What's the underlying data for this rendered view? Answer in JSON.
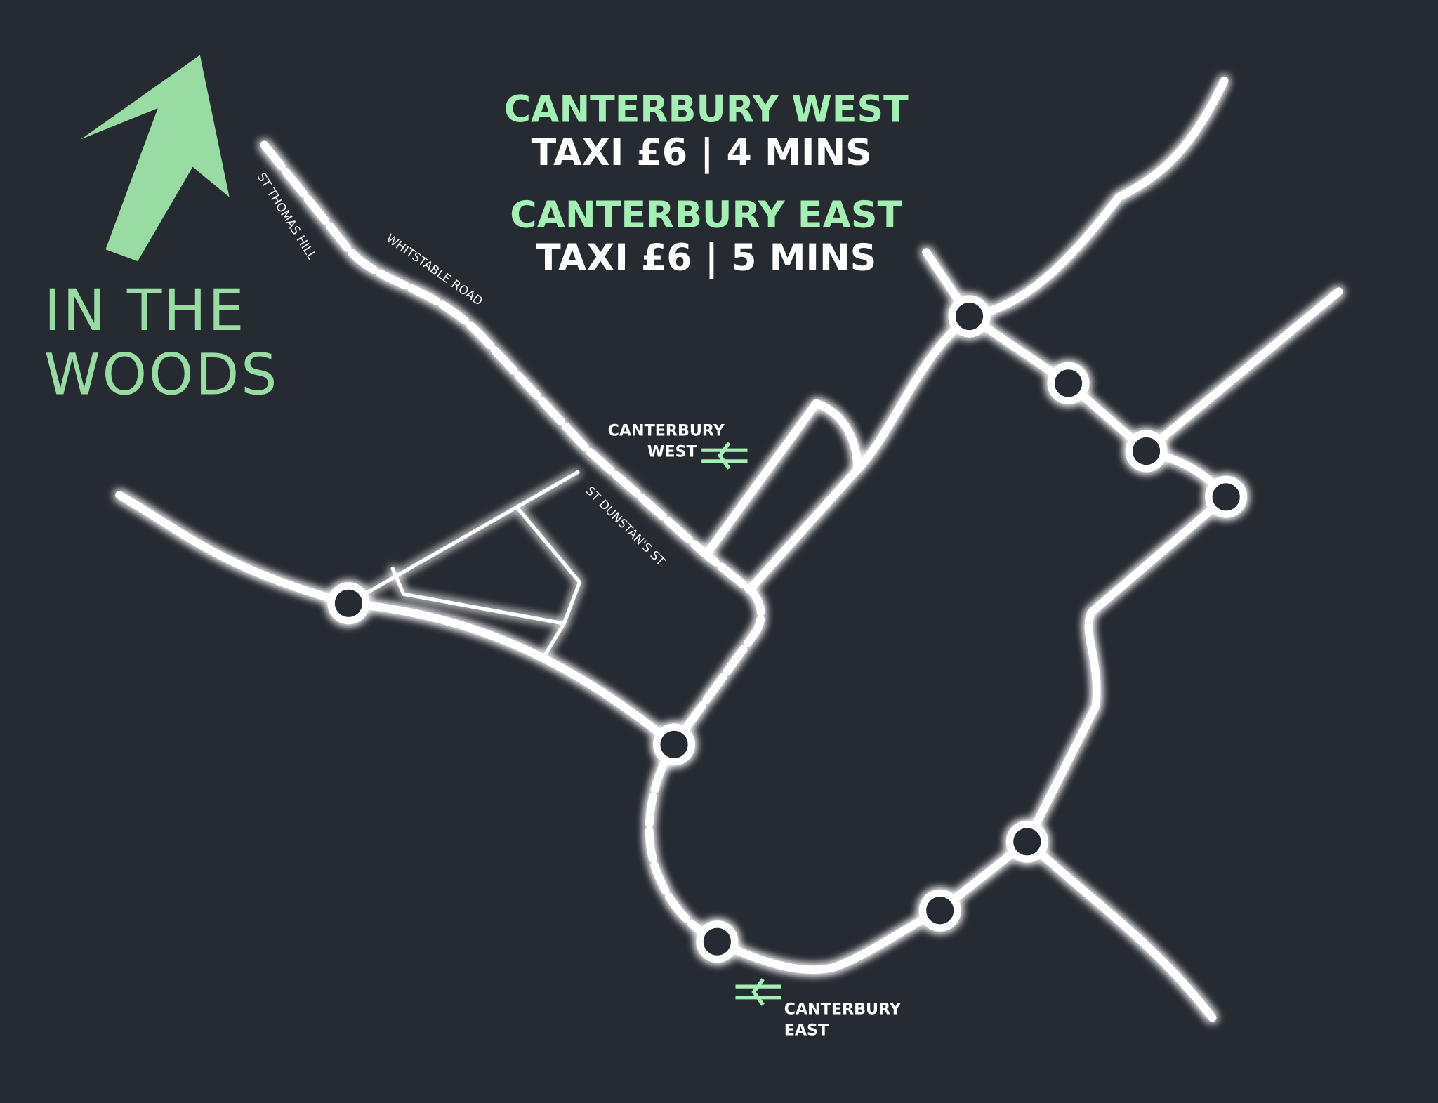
{
  "destination": {
    "line1": "IN THE",
    "line2": "WOODS"
  },
  "info": [
    {
      "station": "CANTERBURY WEST",
      "details": "TAXI £6 | 4 MINS"
    },
    {
      "station": "CANTERBURY EAST",
      "details": "TAXI £6 | 5 MINS"
    }
  ],
  "roads": {
    "st_thomas_hill": "ST THOMAS HILL",
    "whitstable_road": "WHITSTABLE ROAD",
    "st_dunstans_st": "ST DUNSTAN'S ST"
  },
  "stations": {
    "west": {
      "line1": "CANTERBURY",
      "line2": "WEST"
    },
    "east": {
      "line1": "CANTERBURY",
      "line2": "EAST"
    }
  },
  "colors": {
    "background": "#262a31",
    "accent": "#a4f0b4",
    "road": "#ffffff"
  }
}
